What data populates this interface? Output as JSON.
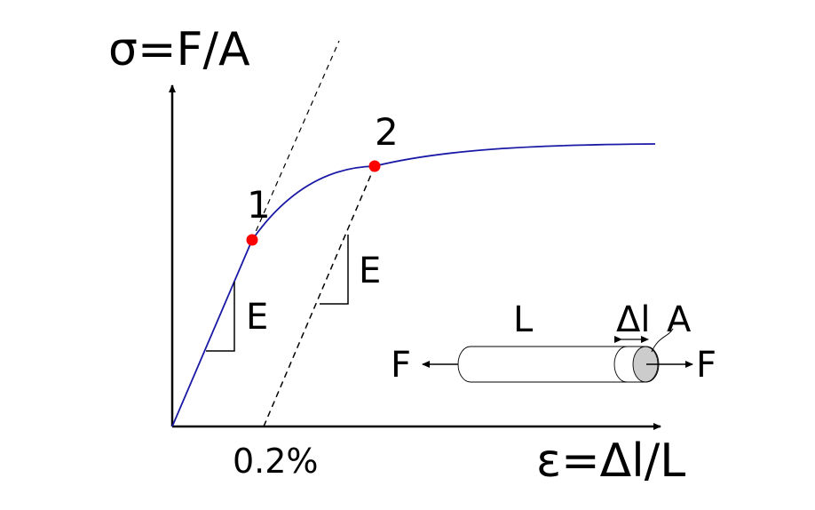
{
  "axes": {
    "y_label": "σ=F/A",
    "x_label": "ε=Δl/L",
    "x_tick": "0.2%"
  },
  "points": [
    {
      "label": "1"
    },
    {
      "label": "2"
    }
  ],
  "slope_labels": [
    "E",
    "E"
  ],
  "specimen": {
    "length_label": "L",
    "elongation_label": "Δl",
    "area_label": "A",
    "force_left": "F",
    "force_right": "F"
  },
  "colors": {
    "curve": "#1a1aa6",
    "points": "#ff0000",
    "specimen_cap": "#cccccc"
  }
}
